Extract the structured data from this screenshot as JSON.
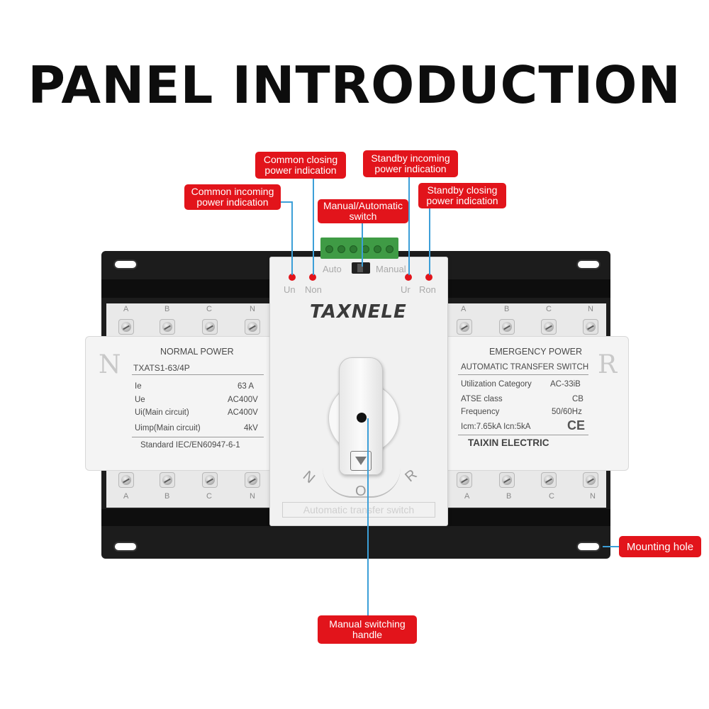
{
  "title": "PANEL INTRODUCTION",
  "callouts": {
    "common_incoming": "Common incoming\npower indication",
    "common_closing": "Common closing\npower indication",
    "manual_auto": "Manual/Automatic\nswitch",
    "standby_incoming": "Standby incoming\npower indication",
    "standby_closing": "Standby closing\npower indication",
    "mounting_hole": "Mounting hole",
    "handle": "Manual switching\nhandle"
  },
  "device": {
    "brand": "TAXNELE",
    "auto_label": "Auto",
    "manual_label": "Manual",
    "indicators": [
      "Un",
      "Non",
      "Ur",
      "Ron"
    ],
    "side_n": "N",
    "side_r": "R",
    "pos_n": "N",
    "pos_o": "O",
    "pos_r": "R",
    "bottom_label": "Automatic transfer switch",
    "phases": [
      "A",
      "B",
      "C",
      "N"
    ]
  },
  "left_plate": {
    "heading": "NORMAL POWER",
    "model": "TXATS1-63/4P",
    "rows": [
      {
        "k": "Ie",
        "v": "63 A"
      },
      {
        "k": "Ue",
        "v": "AC400V"
      },
      {
        "k": "Ui(Main circuit)",
        "v": "AC400V"
      },
      {
        "k": "Uimp(Main circuit)",
        "v": "4kV"
      }
    ],
    "standard": "Standard IEC/EN60947-6-1"
  },
  "right_plate": {
    "heading": "EMERGENCY POWER",
    "subheading": "AUTOMATIC TRANSFER SWITCH",
    "rows": [
      {
        "k": "Utilization Category",
        "v": "AC-33iB"
      },
      {
        "k": "ATSE class",
        "v": "CB"
      },
      {
        "k": "Frequency",
        "v": "50/60Hz"
      }
    ],
    "icm": "Icm:7.65kA Icn:5kA",
    "ce": "CE",
    "maker": "TAIXIN ELECTRIC"
  },
  "colors": {
    "callout": "#e2141b",
    "leader": "#3c9fd8",
    "rail": "#1a1a1a",
    "body": "#efefef"
  }
}
